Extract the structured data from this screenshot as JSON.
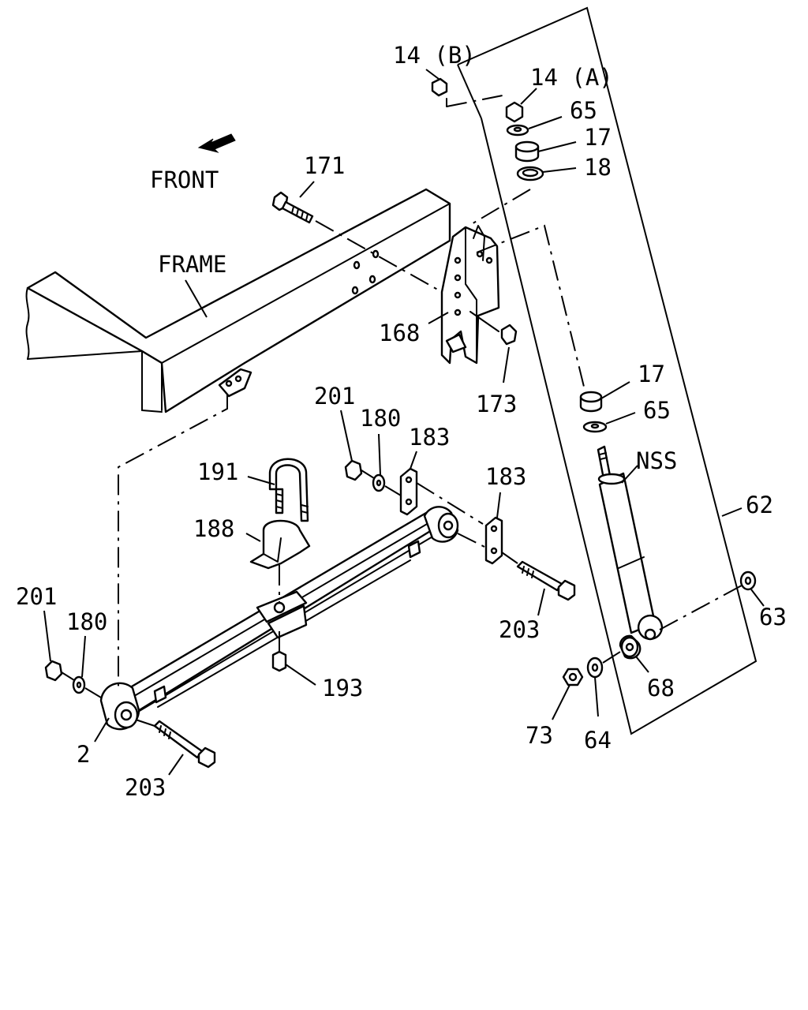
{
  "front_label": "FRONT",
  "frame_label": "FRAME",
  "callouts": {
    "p14b": "14 (B)",
    "p14a": "14 (A)",
    "p65_top": "65",
    "p17_top": "17",
    "p18": "18",
    "p171": "171",
    "p168": "168",
    "p173": "173",
    "p17_mid": "17",
    "p65_mid": "65",
    "nss": "NSS",
    "p62": "62",
    "p201_right": "201",
    "p180_right": "180",
    "p183_a": "183",
    "p183_b": "183",
    "p191": "191",
    "p188": "188",
    "p203_right": "203",
    "p63": "63",
    "p201_left": "201",
    "p180_left": "180",
    "p193": "193",
    "p68": "68",
    "p73": "73",
    "p64": "64",
    "p2": "2",
    "p203_left": "203"
  }
}
